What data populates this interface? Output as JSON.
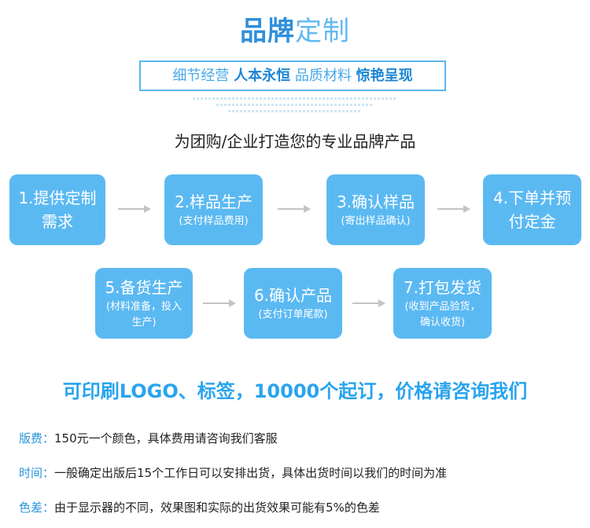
{
  "title": {
    "part1": "品牌",
    "part2": "定制"
  },
  "tagline": {
    "part1": "细节经营",
    "part2": "人本永恒",
    "part3": "品质材料",
    "part4": "惊艳呈现"
  },
  "subtitle": "为团购/企业打造您的专业品牌产品",
  "steps": [
    {
      "title": "1.提供定制需求",
      "note": ""
    },
    {
      "title": "2.样品生产",
      "note": "(支付样品费用)"
    },
    {
      "title": "3.确认样品",
      "note": "(寄出样品确认)"
    },
    {
      "title": "4.下单并预付定金",
      "note": ""
    },
    {
      "title": "5.备货生产",
      "note": "(材料准备，投入生产)"
    },
    {
      "title": "6.确认产品",
      "note": "(支付订单尾款)"
    },
    {
      "title": "7.打包发货",
      "note": "(收到产品验货，确认收货)"
    }
  ],
  "headline": "可印刷LOGO、标签，10000个起订，价格请咨询我们",
  "info": [
    {
      "label": "版费：",
      "text": "150元一个颜色，具体费用请咨询我们客服"
    },
    {
      "label": "时间：",
      "text": "一般确定出版后15个工作日可以安排出货，具体出货时间以我们的时间为准"
    },
    {
      "label": "色差：",
      "text": "由于显示器的不同，效果图和实际的出货效果可能有5%的色差"
    }
  ],
  "colors": {
    "accent": "#5bb9f2",
    "title_dark": "#2f8fdc",
    "headline": "#29a4ee",
    "arrow": "#c4c4c4"
  }
}
